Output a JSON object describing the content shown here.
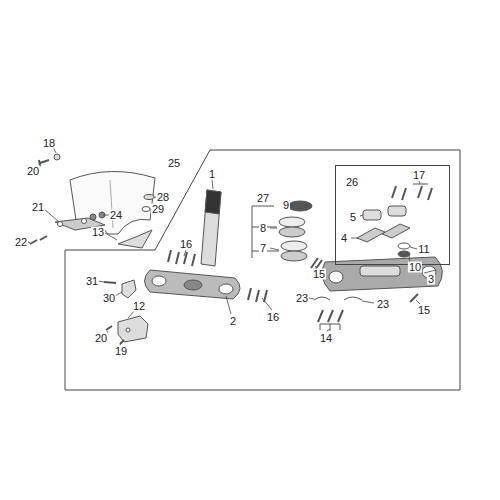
{
  "diagram": {
    "nodes": [
      {
        "text": [
          "25"
        ]
      },
      {
        "text": [
          "26"
        ],
        "in": 0
      }
    ],
    "labels": [
      "18",
      "20",
      "28",
      "29",
      "21",
      "24",
      "13",
      "22",
      "1",
      "27",
      "9",
      "8",
      "7",
      "31",
      "30",
      "16",
      "2",
      "12",
      "20",
      "19",
      "16",
      "15",
      "23",
      "23",
      "14",
      "5",
      "4",
      "17",
      "11",
      "10",
      "3",
      "15"
    ]
  }
}
